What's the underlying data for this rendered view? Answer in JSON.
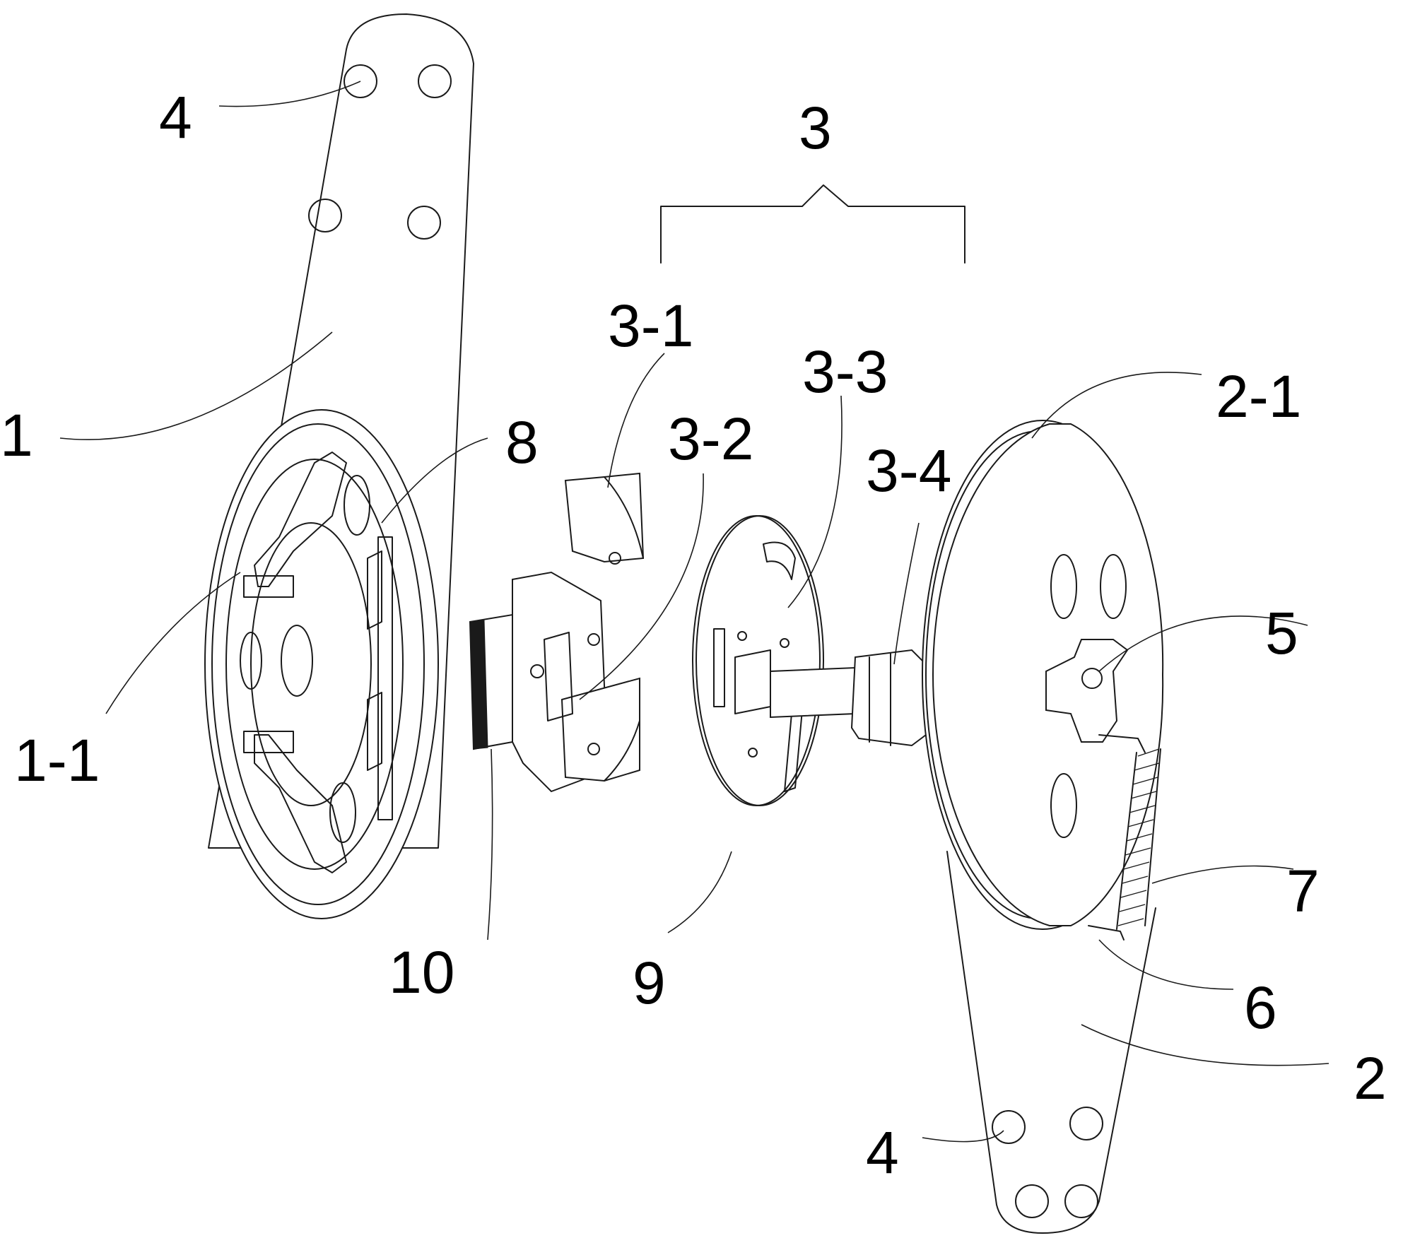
{
  "labels": {
    "part_1": "1",
    "part_1_1": "1-1",
    "part_2": "2",
    "part_2_1": "2-1",
    "part_3": "3",
    "part_3_1": "3-1",
    "part_3_2": "3-2",
    "part_3_3": "3-3",
    "part_3_4": "3-4",
    "part_4_top": "4",
    "part_4_bottom": "4",
    "part_5": "5",
    "part_6": "6",
    "part_7": "7",
    "part_8": "8",
    "part_9": "9",
    "part_10": "10"
  },
  "colors": {
    "line": "#1a1a1a",
    "background": "#ffffff"
  }
}
